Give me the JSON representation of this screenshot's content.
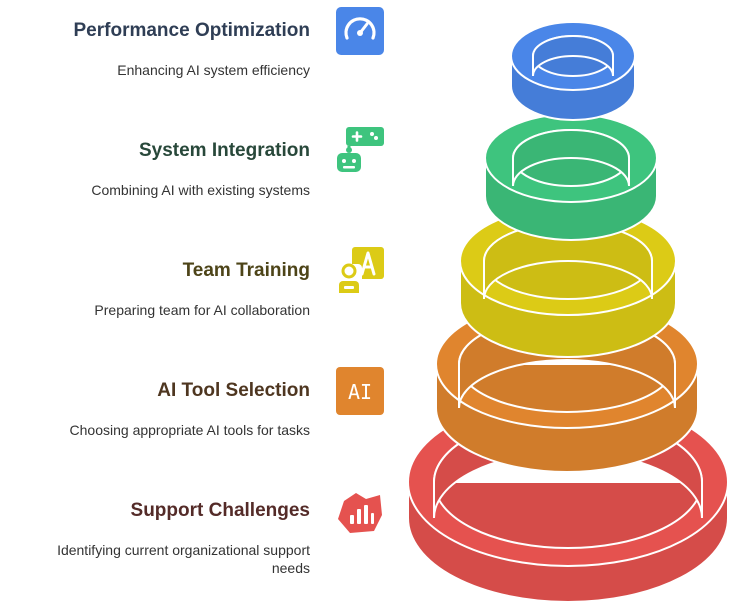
{
  "steps": [
    {
      "title": "Performance Optimization",
      "description": "Enhancing AI system efficiency",
      "icon": "speedometer-icon",
      "color": "#4a86e8",
      "title_color": "#2f3e55"
    },
    {
      "title": "System Integration",
      "description": "Combining AI with existing systems",
      "icon": "robot-controller-icon",
      "color": "#3ec47e",
      "title_color": "#28483a"
    },
    {
      "title": "Team Training",
      "description": "Preparing team for AI collaboration",
      "icon": "person-letter-a-icon",
      "color": "#dccb16",
      "title_color": "#4d4418"
    },
    {
      "title": "AI Tool Selection",
      "description": "Choosing appropriate AI tools for tasks",
      "icon": "ai-chip-icon",
      "icon_text": "AI",
      "color": "#e0852e",
      "title_color": "#4e3620"
    },
    {
      "title": "Support Challenges",
      "description": "Identifying current organizational support needs",
      "icon": "bar-chart-badge-icon",
      "color": "#e5524f",
      "title_color": "#542b28"
    }
  ]
}
